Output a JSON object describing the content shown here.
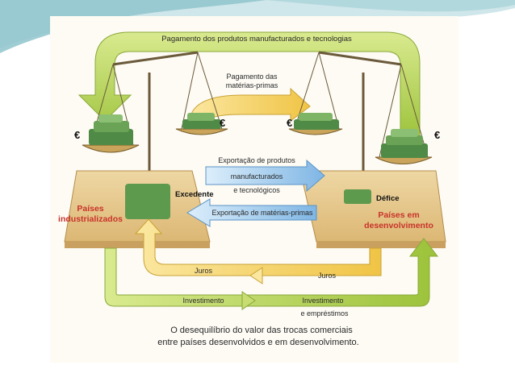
{
  "top_arrow_label": "Pagamento dos produtos manufacturados e tecnologias",
  "raw_payment_label_line1": "Pagamento das",
  "raw_payment_label_line2": "matérias-primas",
  "currency_symbol": "€",
  "export_manufactured_line1": "Exportação de produtos",
  "export_manufactured_line2": "manufacturados",
  "export_manufactured_line3": "e tecnológicos",
  "export_raw_label": "Exportação de matérias-primas",
  "left_block_line1": "Países",
  "left_block_line2": "industrializados",
  "right_block_line1": "Países em",
  "right_block_line2": "desenvolvimento",
  "surplus_label": "Excedente",
  "deficit_label": "Défice",
  "interest_label_left": "Juros",
  "interest_label_right": "Juros",
  "investment_label_left": "Investimento",
  "investment_label_right": "Investimento",
  "loans_label": "e empréstimos",
  "caption_line1": "O desequilíbrio do valor das trocas comerciais",
  "caption_line2": "entre países desenvolvidos e em desenvolvimento.",
  "colors": {
    "green_arrow": "#b7d24e",
    "yellow_arrow": "#f4d25c",
    "blue_arrow": "#8cc0e8",
    "block": "#e6c98c",
    "red_text": "#c8332a",
    "teal_swoosh": "#8fc4cc"
  }
}
